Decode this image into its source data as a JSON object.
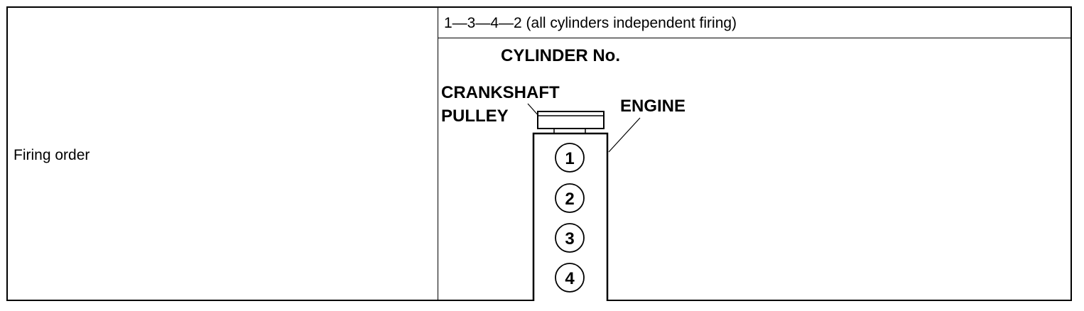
{
  "row": {
    "label": "Firing order",
    "value": "1—3—4—2 (all cylinders independent firing)"
  },
  "diagram": {
    "cylinder_no_label": "CYLINDER No.",
    "crankshaft_label_line1": "CRANKSHAFT",
    "crankshaft_label_line2": "PULLEY",
    "engine_label": "ENGINE",
    "cylinders": [
      "1",
      "2",
      "3",
      "4"
    ]
  }
}
